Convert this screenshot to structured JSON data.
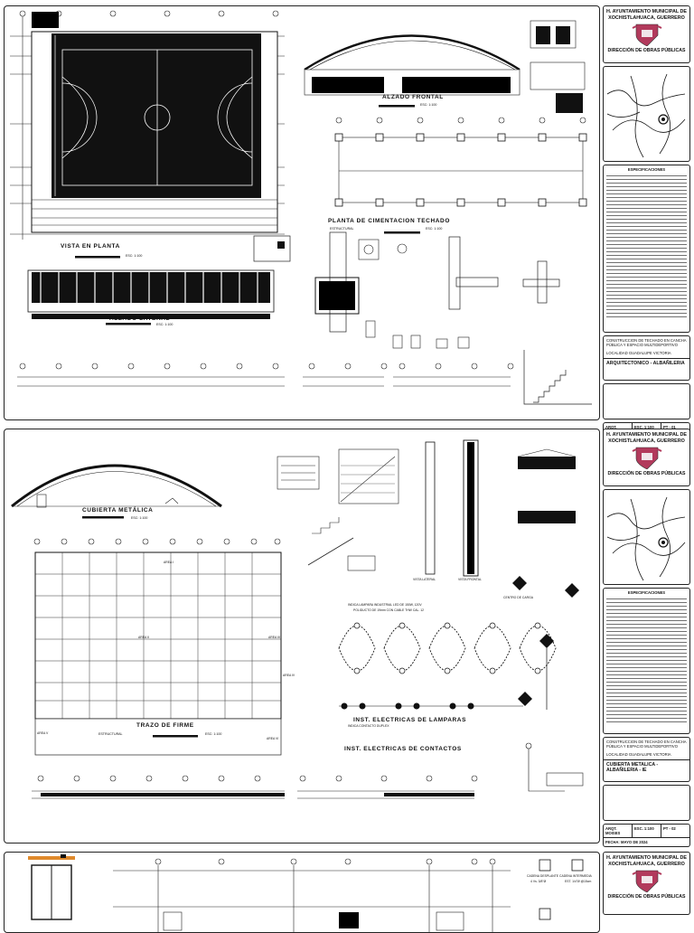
{
  "titleblock": {
    "institution": "H. AYUNTAMIENTO MUNICIPAL DE XOCHISTLAHUACA, GUERRERO",
    "department": "DIRECCIÓN DE OBRAS PÚBLICAS",
    "project": "CONSTRUCCION DE TECHADO EN CANCHA PÚBLICA Y ESPACIO MULTIDEPORTIVO",
    "locality": "LOCALIDAD GUADALUPE VICTORIA",
    "row_labels": [
      "ARQT. MOISES",
      "ESC. 1:100"
    ],
    "date": "FECHA: MAYO DE 2024",
    "notes_title": "ESPECIFICACIONES"
  },
  "sheets": [
    {
      "discipline": "ARQUITECTONICO - ALBAÑILERIA",
      "number": "PT - 01",
      "views": {
        "plan": "VISTA EN PLANTA",
        "front": "ALZADO FRONTAL",
        "side": "ALZADO LATERAL",
        "foundation": "PLANTA DE CIMENTACION TECHADO",
        "foundation_sub": "ESTRUCTURAL",
        "scale": "ESC: 1:100"
      }
    },
    {
      "discipline": "CUBIERTA METALICA - ALBAÑILERIA - IE",
      "number": "PT - 02",
      "views": {
        "roof": "CUBIERTA METÁLICA",
        "slab": "TRAZO DE FIRME",
        "slab_sub": "ESTRUCTURAL",
        "scale": "ESC: 1:100",
        "lamps": "INST. ELECTRICAS DE LAMPARAS",
        "outlets": "INST. ELECTRICAS DE CONTACTOS",
        "area_labels": [
          "AREA I",
          "AREA II",
          "AREA III",
          "AREA IV",
          "AREA V",
          "AREA VI"
        ],
        "legend_1": "INDICA LAMPARA INDUSTRIAL LED DE 150W, 120V",
        "legend_2": "INDICA CONTACTO DUPLEX",
        "legend_3": "POLIDUCTO DE 19mm CON CABLE THW CAL. 12",
        "center": "CENTRO DE CARGA",
        "lateral": "VISTA LATERAL",
        "frontal": "VISTA FRONTAL"
      }
    },
    {
      "column_labels": [
        "CADENA DESPLANTE",
        "CADENA INTERMEDIA"
      ],
      "column_specs": [
        "4 Vs. 3/8\"Ø",
        "EST. 1/4\"Ø @15cm"
      ]
    }
  ],
  "icons": [
    "municipal-shield-icon",
    "location-map-icon"
  ]
}
